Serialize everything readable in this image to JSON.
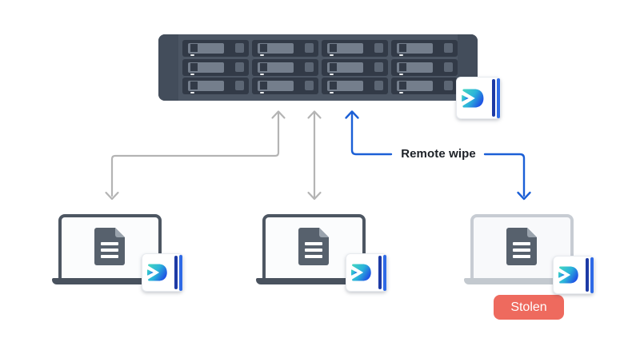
{
  "diagram": {
    "type": "synology-drive-remote-wipe-topology",
    "remote_wipe_label": "Remote wipe",
    "stolen_badge_label": "Stolen",
    "colors": {
      "accent_blue": "#1b5fd6",
      "connector_gray": "#b4b4b4",
      "stolen_red": "#ee6a5e",
      "nas_body": "#4c5664",
      "nas_bay": "#323a47",
      "laptop_dark": "#4d5662",
      "laptop_disabled": "#c7ccd3",
      "document_gray": "#57616d",
      "drive_gradient_start": "#45d6c0",
      "drive_gradient_end": "#2055e4"
    },
    "icons": {
      "nas": "nas-server-icon",
      "laptop": "laptop-icon",
      "document": "document-icon",
      "drive_app": "synology-drive-icon"
    }
  }
}
